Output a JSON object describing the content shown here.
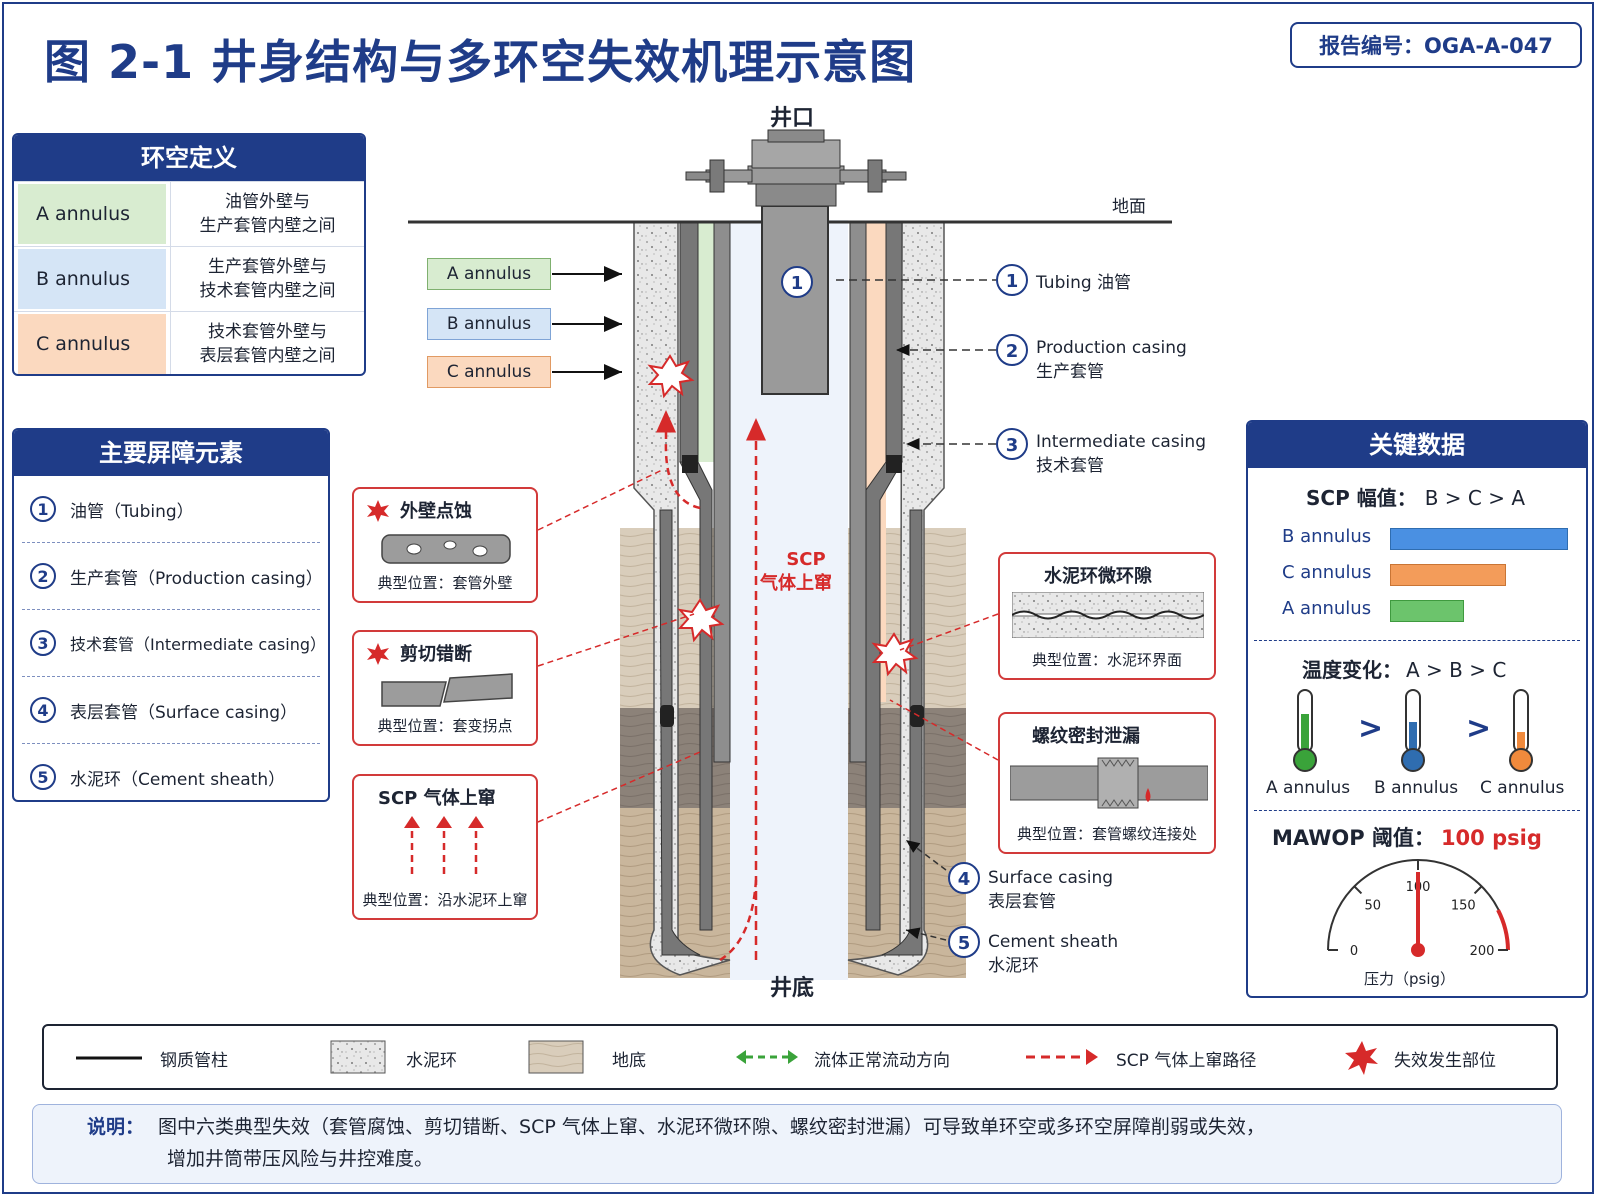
{
  "title": "图 2-1 井身结构与多环空失效机理示意图",
  "report_no": "报告编号：OGA-A-047",
  "wellhead_label": "井口",
  "bottom_label": "井底",
  "ground_label": "地面",
  "colors": {
    "navy": "#1f3c88",
    "a_annulus": "#d8ecd0",
    "b_annulus": "#d5e5f6",
    "c_annulus": "#fbd9bf",
    "red": "#d62a2a",
    "bar_b": "#4a90e2",
    "bar_c": "#f39c5a",
    "bar_a": "#6cc46c"
  },
  "annulus_def": {
    "title": "环空定义",
    "rows": [
      {
        "name": "A annulus",
        "desc1": "油管外壁与",
        "desc2": "生产套管内壁之间"
      },
      {
        "name": "B annulus",
        "desc1": "生产套管外壁与",
        "desc2": "技术套管内壁之间"
      },
      {
        "name": "C annulus",
        "desc1": "技术套管外壁与",
        "desc2": "表层套管内壁之间"
      }
    ]
  },
  "barriers": {
    "title": "主要屏障元素",
    "items": [
      {
        "num": "1",
        "label": "油管（Tubing）"
      },
      {
        "num": "2",
        "label": "生产套管（Production casing）"
      },
      {
        "num": "3",
        "label": "技术套管（Intermediate casing）"
      },
      {
        "num": "4",
        "label": "表层套管（Surface casing）"
      },
      {
        "num": "5",
        "label": "水泥环（Cement sheath）"
      }
    ]
  },
  "annulus_tags": [
    "A annulus",
    "B annulus",
    "C annulus"
  ],
  "component_labels": [
    {
      "num": "1",
      "line1": "Tubing 油管",
      "line2": ""
    },
    {
      "num": "2",
      "line1": "Production casing",
      "line2": "生产套管"
    },
    {
      "num": "3",
      "line1": "Intermediate casing",
      "line2": "技术套管"
    },
    {
      "num": "4",
      "line1": "Surface casing",
      "line2": "表层套管"
    },
    {
      "num": "5",
      "line1": "Cement sheath",
      "line2": "水泥环"
    }
  ],
  "scp_center_label": {
    "line1": "SCP",
    "line2": "气体上窜"
  },
  "failures_left": [
    {
      "title": "外壁点蚀",
      "loc": "典型位置：套管外壁"
    },
    {
      "title": "剪切错断",
      "loc": "典型位置：套变拐点"
    },
    {
      "title": "SCP 气体上窜",
      "loc": "典型位置：沿水泥环上窜"
    }
  ],
  "failures_right": [
    {
      "title": "水泥环微环隙",
      "loc": "典型位置：水泥环界面"
    },
    {
      "title": "螺纹密封泄漏",
      "loc": "典型位置：套管螺纹连接处"
    }
  ],
  "key_data": {
    "title": "关键数据",
    "scp_label": "SCP 幅值：",
    "scp_order": "B > C > A",
    "bars": [
      {
        "name": "B annulus",
        "value": 1.0
      },
      {
        "name": "C annulus",
        "value": 0.65
      },
      {
        "name": "A annulus",
        "value": 0.41
      }
    ],
    "temp_label": "温度变化：",
    "temp_order": "A > B > C",
    "thermometers": [
      "A annulus",
      "B annulus",
      "C annulus"
    ],
    "gt": ">",
    "mawop_label": "MAWOP 阈值：",
    "mawop_value": "100 psig",
    "gauge_ticks": [
      "0",
      "50",
      "100",
      "150",
      "200"
    ],
    "gauge_reading": 100,
    "gauge_unit": "压力（psig）"
  },
  "legend": {
    "items": [
      "钢质管柱",
      "水泥环",
      "地底",
      "流体正常流动方向",
      "SCP 气体上窜路径",
      "失效发生部位"
    ]
  },
  "note": {
    "label": "说明：",
    "line1": "图中六类典型失效（套管腐蚀、剪切错断、SCP 气体上窜、水泥环微环隙、螺纹密封泄漏）可导致单环空或多环空屏障削弱或失效，",
    "line2": "增加井筒带压风险与井控难度。"
  }
}
